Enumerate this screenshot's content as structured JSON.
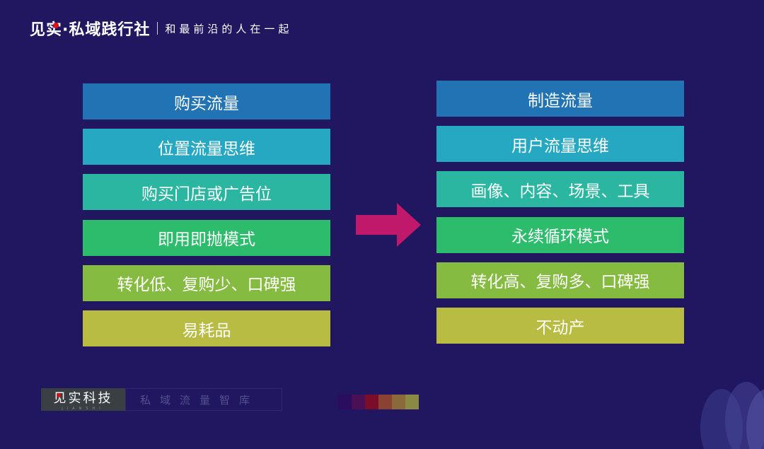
{
  "header": {
    "brand": "见实·私域践行社",
    "slogan": "和最前沿的人在一起"
  },
  "left": [
    {
      "label": "购买流量",
      "color": "#2173b3"
    },
    {
      "label": "位置流量思维",
      "color": "#27a8c2"
    },
    {
      "label": "购买门店或广告位",
      "color": "#2bb6a2"
    },
    {
      "label": "即用即抛模式",
      "color": "#2dbb6c"
    },
    {
      "label": "转化低、复购少、口碑强",
      "color": "#86bb41"
    },
    {
      "label": "易耗品",
      "color": "#b8bc43"
    }
  ],
  "right": [
    {
      "label": "制造流量",
      "color": "#2173b3"
    },
    {
      "label": "用户流量思维",
      "color": "#27a8c2"
    },
    {
      "label": "画像、内容、场景、工具",
      "color": "#2bb6a2"
    },
    {
      "label": "永续循环模式",
      "color": "#2dbb6c"
    },
    {
      "label": "转化高、复购多、口碑强",
      "color": "#86bb41"
    },
    {
      "label": "不动产",
      "color": "#b8bc43"
    }
  ],
  "arrow_color": "#c0186a",
  "footer": {
    "logo": "见实科技",
    "logo_sub": "JIANSHI",
    "subtitle": "私域流量智库"
  },
  "swatches": [
    "#2a0d5e",
    "#4a0f55",
    "#7a0d2a",
    "#8a4233",
    "#8a6a3a",
    "#8a8a44"
  ]
}
